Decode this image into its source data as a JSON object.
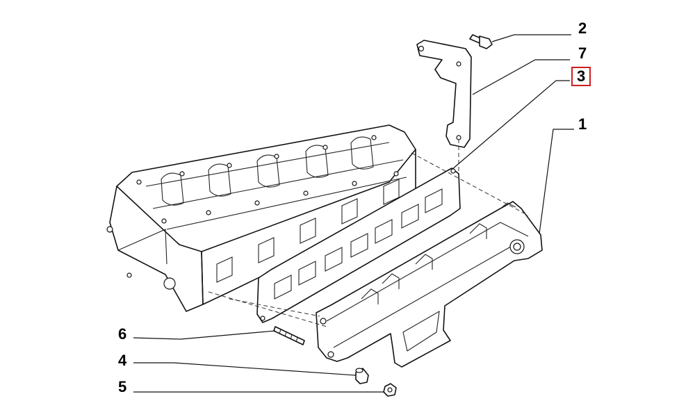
{
  "callouts": {
    "c1": "1",
    "c2": "2",
    "c3": "3",
    "c4": "4",
    "c5": "5",
    "c6": "6",
    "c7": "7"
  },
  "highlight_color": "#cc1f1f"
}
